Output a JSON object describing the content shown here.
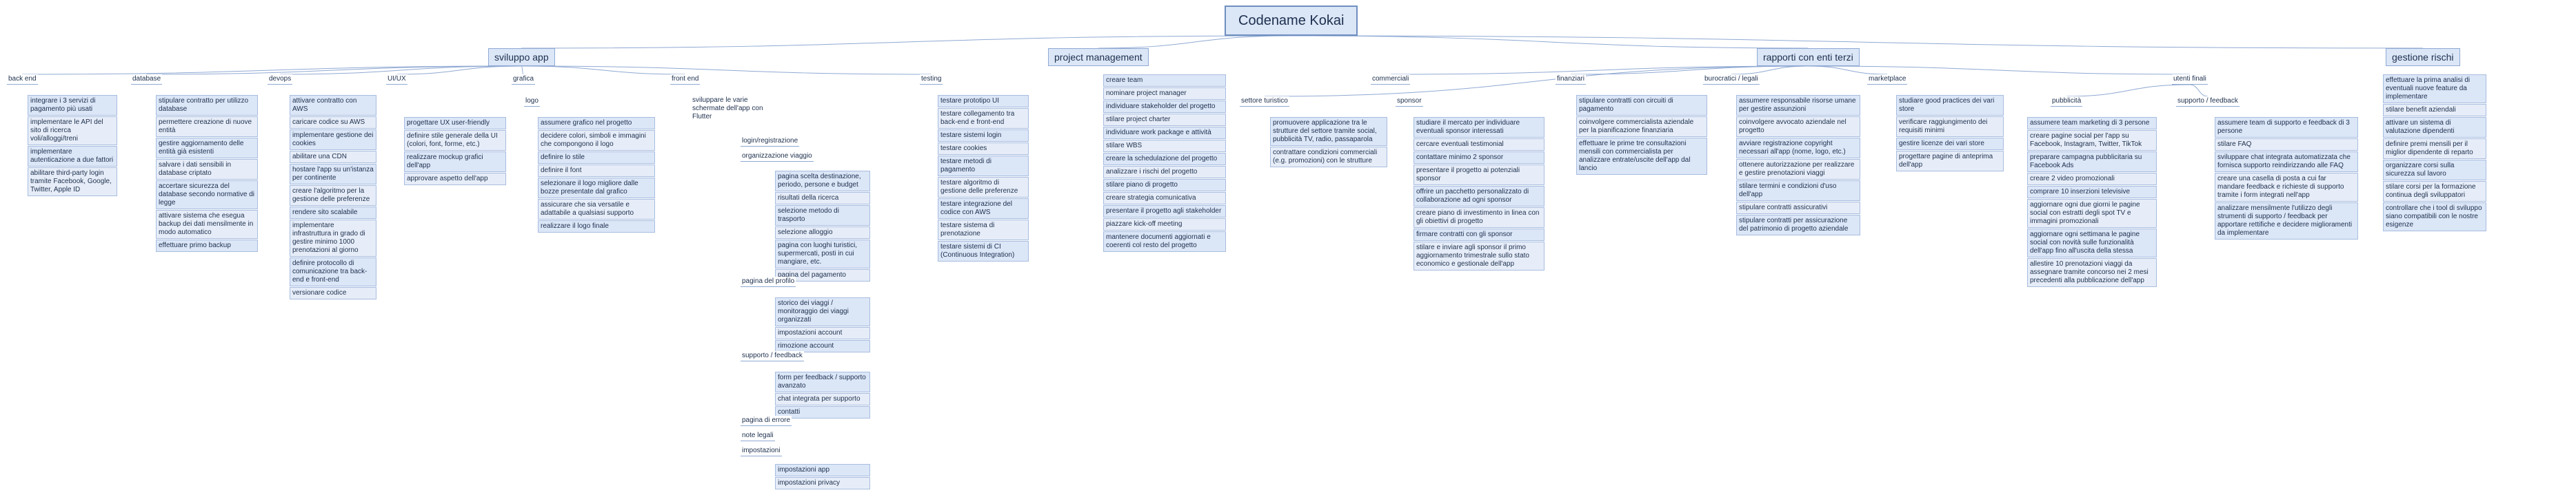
{
  "root": {
    "label": "Codename Kokai"
  },
  "branches": [
    {
      "id": "sviluppo",
      "label": "sviluppo app",
      "children": [
        {
          "id": "backend",
          "label": "back end",
          "items": [
            "integrare i 3 servizi di pagamento più usati",
            "implementare le API del sito di ricerca voli/alloggi/treni",
            "implementare autenticazione a due fattori",
            "abilitare third-party login tramite Facebook, Google, Twitter, Apple ID"
          ]
        },
        {
          "id": "database",
          "label": "database",
          "items": [
            "stipulare contratto per utilizzo database",
            "permettere creazione di nuove entità",
            "gestire aggiornamento delle entità già esistenti",
            "salvare i dati sensibili in database criptato",
            "accertare sicurezza del database secondo normative di legge",
            "attivare sistema che esegua backup dei dati mensilmente in modo automatico",
            "effettuare primo backup"
          ]
        },
        {
          "id": "devops",
          "label": "devops",
          "items": [
            "attivare contratto con AWS",
            "caricare codice su AWS",
            "implementare gestione dei cookies",
            "abilitare una CDN",
            "hostare l'app su un'istanza per continente",
            "creare l'algoritmo per la gestione delle preferenze",
            "rendere sito scalabile",
            "implementare infrastruttura in grado di gestire minimo 1000 prenotazioni al giorno",
            "definire protocollo di comunicazione tra back-end e front-end",
            "versionare codice"
          ]
        },
        {
          "id": "uiux",
          "label": "UI/UX",
          "items": [
            "progettare UX user-friendly",
            "definire stile generale della UI (colori, font, forme, etc.)",
            "realizzare mockup grafici dell'app",
            "approvare aspetto dell'app"
          ]
        },
        {
          "id": "grafica",
          "label": "grafica",
          "sub": "logo",
          "items": [
            "assumere grafico nel progetto",
            "decidere colori, simboli e immagini che compongono il logo",
            "definire lo stile",
            "definire il font",
            "selezionare il logo migliore dalle bozze presentate dal grafico",
            "assicurare che sia versatile e adattabile a qualsiasi supporto",
            "realizzare il logo finale"
          ]
        },
        {
          "id": "frontend",
          "label": "front end",
          "lead": "sviluppare le varie schermate dell'app con Flutter",
          "groups": [
            {
              "label": "login/registrazione",
              "items": []
            },
            {
              "label": "organizzazione viaggio",
              "items": [
                "pagina scelta destinazione, periodo, persone e budget",
                "risultati della ricerca",
                "selezione metodo di trasporto",
                "selezione alloggio",
                "pagina con luoghi turistici, supermercati, posti in cui mangiare, etc.",
                "pagina del pagamento"
              ]
            },
            {
              "label": "pagina del profilo",
              "items": [
                "storico dei viaggi / monitoraggio dei viaggi organizzati",
                "impostazioni account",
                "rimozione account"
              ]
            },
            {
              "label": "supporto / feedback",
              "items": [
                "form per feedback / supporto avanzato",
                "chat integrata per supporto",
                "contatti"
              ]
            },
            {
              "label": "pagina di errore",
              "items": []
            },
            {
              "label": "note legali",
              "items": []
            },
            {
              "label": "impostazioni",
              "items": [
                "impostazioni app",
                "impostazioni privacy"
              ]
            }
          ]
        },
        {
          "id": "testing",
          "label": "testing",
          "items": [
            "testare prototipo UI",
            "testare collegamento tra back-end e front-end",
            "testare sistemi login",
            "testare cookies",
            "testare metodi di pagamento",
            "testare algoritmo di gestione delle preferenze",
            "testare integrazione del codice con AWS",
            "testare sistema di prenotazione",
            "testare sistemi di CI (Continuous Integration)"
          ]
        }
      ]
    },
    {
      "id": "pm",
      "label": "project management",
      "children": [
        {
          "id": "pm-main",
          "label": "",
          "items": [
            "creare team",
            "nominare project manager",
            "individuare stakeholder del progetto",
            "stilare project charter",
            "individuare work package e attività",
            "stilare WBS",
            "creare la schedulazione del progetto",
            "analizzare i rischi del progetto",
            "stilare piano di progetto",
            "creare strategia comunicativa",
            "presentare il progetto agli stakeholder",
            "piazzare kick-off meeting",
            "mantenere documenti aggiornati e coerenti col resto del progetto"
          ]
        }
      ]
    },
    {
      "id": "rapporti",
      "label": "rapporti con enti terzi",
      "children": [
        {
          "id": "turistico",
          "label": "settore turistico",
          "items": [
            "promuovere applicazione tra le strutture del settore tramite social, pubblicità TV, radio, passaparola",
            "contrattare condizioni commerciali (e.g. promozioni) con le strutture"
          ]
        },
        {
          "id": "commerciali",
          "label": "commerciali",
          "sub": "sponsor",
          "items": [
            "studiare il mercato per individuare eventuali sponsor interessati",
            "cercare eventuali testimonial",
            "contattare minimo 2 sponsor",
            "presentare il progetto ai potenziali sponsor",
            "offrire un pacchetto personalizzato di collaborazione ad ogni sponsor",
            "creare piano di investimento in linea con gli obiettivi di progetto",
            "firmare contratti con gli sponsor",
            "stilare e inviare agli sponsor il primo aggiornamento trimestrale sullo stato economico e gestionale dell'app"
          ]
        },
        {
          "id": "finanziari",
          "label": "finanziari",
          "items": [
            "stipulare contratti con circuiti di pagamento",
            "coinvolgere commercialista aziendale per la pianificazione finanziaria",
            "effettuare le prime tre consultazioni mensili con commercialista per analizzare entrate/uscite dell'app dal lancio"
          ]
        },
        {
          "id": "legali",
          "label": "burocratici / legali",
          "items": [
            "assumere responsabile risorse umane per gestire assunzioni",
            "coinvolgere avvocato aziendale nel progetto",
            "avviare registrazione copyright necessari all'app (nome, logo, etc.)",
            "ottenere autorizzazione per realizzare e gestire prenotazioni viaggi",
            "stilare termini e condizioni d'uso dell'app",
            "stipulare contratti assicurativi",
            "stipulare contratti per assicurazione del patrimonio di progetto aziendale"
          ]
        },
        {
          "id": "marketplace",
          "label": "marketplace",
          "items": [
            "studiare good practices dei vari store",
            "verificare raggiungimento dei requisiti minimi",
            "gestire licenze dei vari store",
            "progettare pagine di anteprima dell'app"
          ]
        }
      ]
    },
    {
      "id": "utenti",
      "label": "",
      "children": [
        {
          "id": "pubblicita",
          "label": "pubblicità",
          "items": [
            "assumere team marketing di 3 persone",
            "creare pagine social per l'app su Facebook, Instagram, Twitter, TikTok",
            "preparare campagna pubblicitaria su Facebook Ads",
            "creare 2 video promozionali",
            "comprare 10 inserzioni televisive",
            "aggiornare ogni due giorni le pagine social con estratti degli spot TV e immagini promozionali",
            "aggiornare ogni settimana le pagine social con novità sulle funzionalità dell'app fino all'uscita della stessa",
            "allestire 10 prenotazioni viaggi da assegnare tramite concorso nei 2 mesi precedenti alla pubblicazione dell'app"
          ]
        },
        {
          "id": "supporto",
          "label": "supporto / feedback",
          "items": [
            "assumere team di supporto e feedback di 3 persone",
            "stilare FAQ",
            "sviluppare chat integrata automatizzata che fornisca supporto reindirizzando alle FAQ",
            "creare una casella di posta a cui far mandare feedback e richieste di supporto tramite i form integrati nell'app",
            "analizzare mensilmente l'utilizzo degli strumenti di supporto / feedback per apportare rettifiche e decidere miglioramenti da implementare"
          ]
        }
      ]
    },
    {
      "id": "rischi",
      "label": "gestione rischi",
      "children": [
        {
          "id": "rischi-main",
          "label": "",
          "items": [
            "effettuare la prima analisi di eventuali nuove feature da implementare",
            "stilare benefit aziendali",
            "attivare un sistema di valutazione dipendenti",
            "definire premi mensili per il miglior dipendente di reparto",
            "organizzare corsi sulla sicurezza sul lavoro",
            "stilare corsi per la formazione continua degli sviluppatori",
            "controllare che i tool di sviluppo siano compatibili con le nostre esigenze"
          ]
        }
      ]
    }
  ],
  "utenti_label": "utenti finali"
}
